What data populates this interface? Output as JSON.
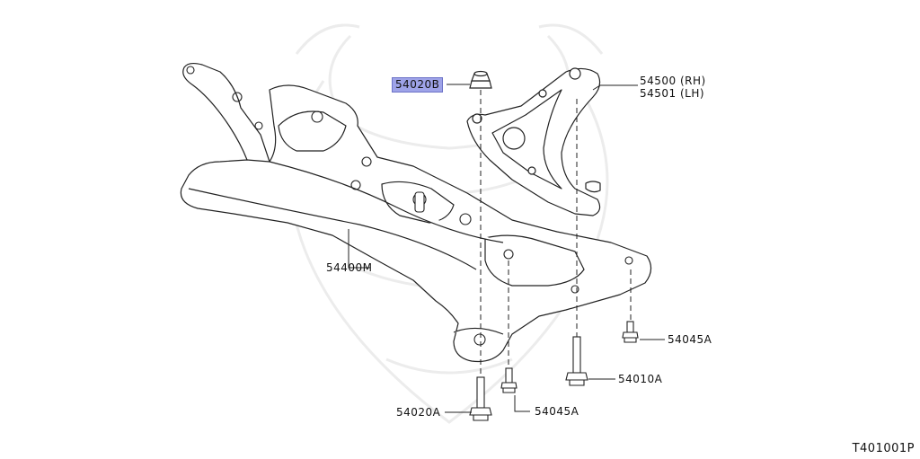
{
  "diagram": {
    "labels": {
      "bushing_nut": "54020B",
      "control_arm_rh": "54500 (RH)",
      "control_arm_lh": "54501 (LH)",
      "subframe": "54400M",
      "bolt_front_left": "54045A",
      "bolt_rear_long": "54010A",
      "bolt_main": "54020A",
      "bolt_rear_center": "54045A"
    },
    "highlight_color": "#9ea3e8",
    "figure_code": "T401001P",
    "watermark": "samurai-helmet-watermark-icon"
  }
}
